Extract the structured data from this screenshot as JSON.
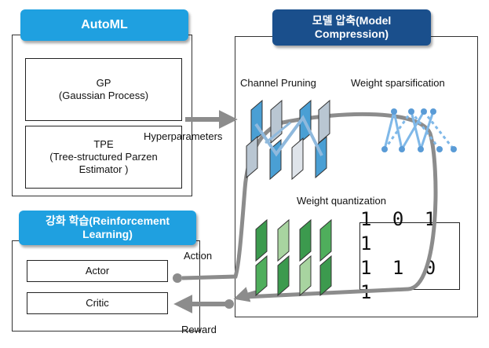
{
  "automl": {
    "title": "AutoML",
    "gp_label": "GP\n(Gaussian Process)",
    "tpe_label": "TPE\n(Tree-structured Parzen\nEstimator )"
  },
  "compression": {
    "title": "모델 압축(Model\nCompression)",
    "channel_pruning": "Channel Pruning",
    "weight_sparsification": "Weight sparsification",
    "weight_quantization": "Weight quantization",
    "binary_row1": "1 0 1 1",
    "binary_row2": "1 1 0 1"
  },
  "rl": {
    "title": "강화 학습(Reinforcement\nLearning)",
    "actor": "Actor",
    "critic": "Critic"
  },
  "flow": {
    "hyperparameters": "Hyperparameters",
    "action": "Action",
    "reward": "Reward"
  },
  "colors": {
    "header_light": "#1fa0e0",
    "header_dark": "#1a4f8c",
    "arrow_gray": "#8c8c8c",
    "pruning_blue": "#4a9fd4",
    "sparsity_blue": "#7fb8e8",
    "quant_green": "#3c9a4e"
  }
}
